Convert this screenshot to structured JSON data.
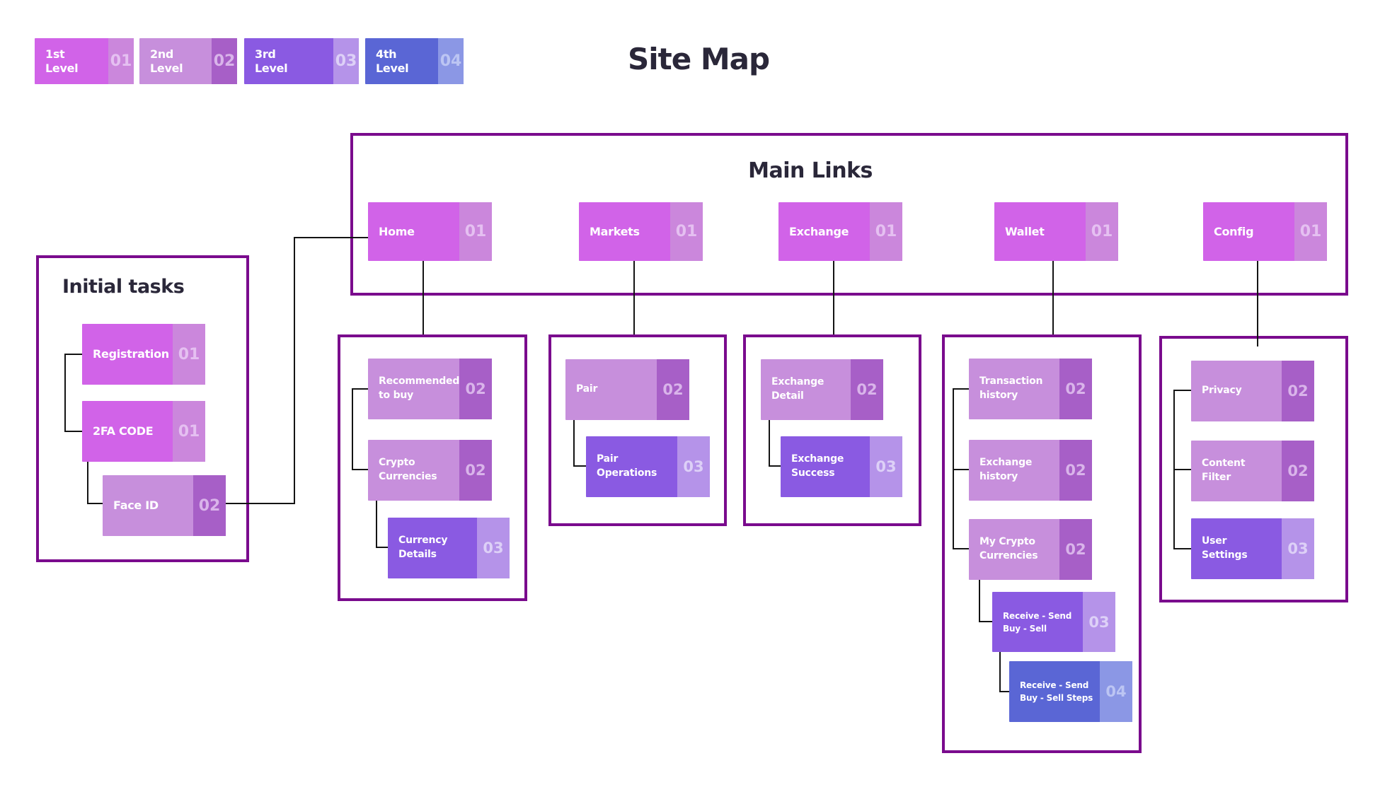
{
  "title": "Site Map",
  "legend": {
    "items": [
      {
        "label": "1st\nLevel",
        "num": "01",
        "level": 1
      },
      {
        "label": "2nd\nLevel",
        "num": "02",
        "level": 2
      },
      {
        "label": "3rd\nLevel",
        "num": "03",
        "level": 3
      },
      {
        "label": "4th\nLevel",
        "num": "04",
        "level": 4
      }
    ]
  },
  "groups": {
    "main_links": {
      "title": "Main Links"
    },
    "initial_tasks": {
      "title": "Initial tasks"
    }
  },
  "nodes": {
    "home": {
      "label": "Home",
      "num": "01",
      "level": 1
    },
    "markets": {
      "label": "Markets",
      "num": "01",
      "level": 1
    },
    "exchange": {
      "label": "Exchange",
      "num": "01",
      "level": 1
    },
    "wallet": {
      "label": "Wallet",
      "num": "01",
      "level": 1
    },
    "config": {
      "label": "Config",
      "num": "01",
      "level": 1
    },
    "registration": {
      "label": "Registration",
      "num": "01",
      "level": 1
    },
    "fa_code": {
      "label": "2FA CODE",
      "num": "01",
      "level": 1
    },
    "face_id": {
      "label": "Face ID",
      "num": "02",
      "level": 2
    },
    "recommended_to_buy": {
      "label": "Recommended\nto buy",
      "num": "02",
      "level": 2
    },
    "crypto_currencies": {
      "label": "Crypto\nCurrencies",
      "num": "02",
      "level": 2
    },
    "currency_details": {
      "label": "Currency\nDetails",
      "num": "03",
      "level": 3
    },
    "pair": {
      "label": "Pair",
      "num": "02",
      "level": 2
    },
    "pair_operations": {
      "label": "Pair\nOperations",
      "num": "03",
      "level": 3
    },
    "exchange_detail": {
      "label": "Exchange\nDetail",
      "num": "02",
      "level": 2
    },
    "exchange_success": {
      "label": "Exchange\nSuccess",
      "num": "03",
      "level": 3
    },
    "transaction_history": {
      "label": "Transaction\nhistory",
      "num": "02",
      "level": 2
    },
    "exchange_history": {
      "label": "Exchange\nhistory",
      "num": "02",
      "level": 2
    },
    "my_crypto_currencies": {
      "label": "My Crypto\nCurrencies",
      "num": "02",
      "level": 2
    },
    "receive_send_buy_sell": {
      "label": "Receive - Send\nBuy - Sell",
      "num": "03",
      "level": 3
    },
    "receive_send_buy_sell_steps": {
      "label": "Receive - Send\nBuy - Sell Steps",
      "num": "04",
      "level": 4
    },
    "privacy": {
      "label": "Privacy",
      "num": "02",
      "level": 2
    },
    "content_filter": {
      "label": "Content\nFilter",
      "num": "02",
      "level": 2
    },
    "user_settings": {
      "label": "User\nSettings",
      "num": "03",
      "level": 3
    }
  },
  "colors": {
    "level1": {
      "main": "#d163e8",
      "strip": "#cb87dc",
      "num": "#e5c0f1"
    },
    "level2": {
      "main": "#c78fdc",
      "strip": "#a75fc7",
      "num": "#d9b4ea"
    },
    "level3": {
      "main": "#8a5ae2",
      "strip": "#b593e9",
      "num": "#ddd0f7"
    },
    "level4": {
      "main": "#5a66d5",
      "strip": "#8b97e5",
      "num": "#bcc5f3"
    },
    "group-border": "#7a0b8d",
    "heading": "#2a2739",
    "connector": "#141414",
    "background": "#ffffff"
  }
}
